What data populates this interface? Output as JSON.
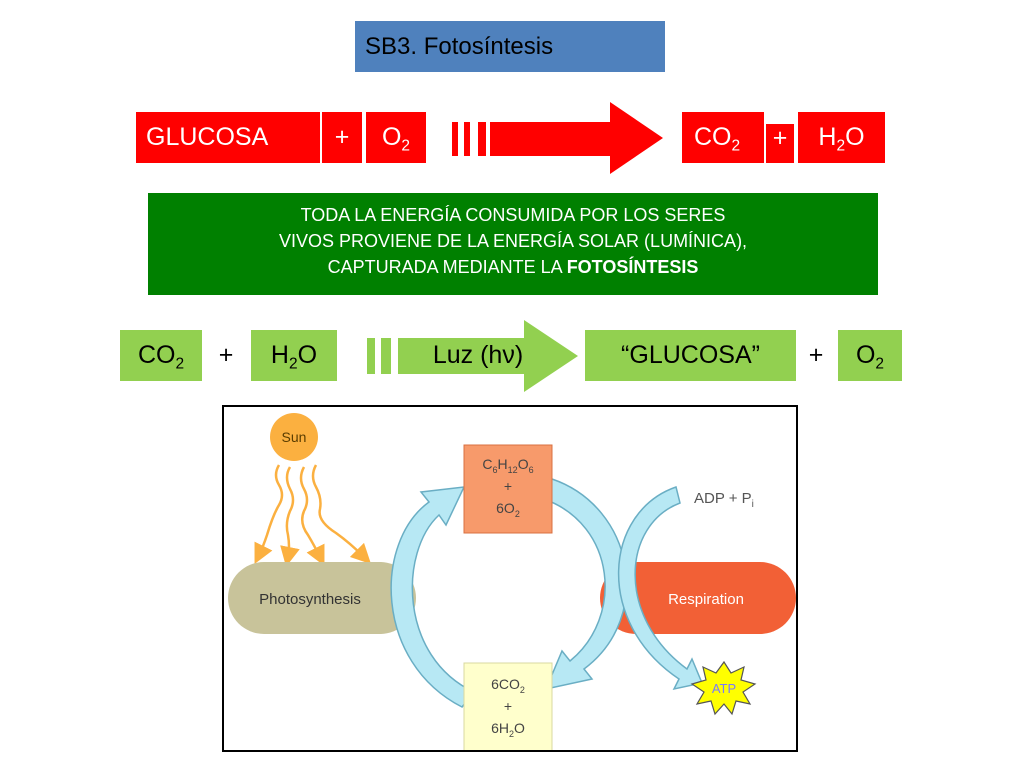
{
  "title": "SB3. Fotosíntesis",
  "respiration_equation": {
    "glucose": "GLUCOSA",
    "plus1": "+",
    "o2": "O",
    "o2_sub": "2",
    "co2": "CO",
    "co2_sub": "2",
    "plus2": "+",
    "h2o_h": "H",
    "h2o_sub": "2",
    "h2o_o": "O"
  },
  "energy_note": {
    "line1": "TODA LA ENERGÍA CONSUMIDA POR LOS SERES",
    "line2": "VIVOS PROVIENE DE LA ENERGÍA SOLAR (LUMÍNICA),",
    "line3_prefix": "CAPTURADA MEDIANTE LA ",
    "line3_bold": "FOTOSÍNTESIS"
  },
  "photosynthesis_equation": {
    "co2": "CO",
    "co2_sub": "2",
    "plus1": "+",
    "h2o_h": "H",
    "h2o_sub": "2",
    "h2o_o": "O",
    "light": "Luz (hν)",
    "glucose": "“GLUCOSA”",
    "plus2": "+",
    "o2": "O",
    "o2_sub": "2"
  },
  "cycle_diagram": {
    "sun": "Sun",
    "photosynthesis": "Photosynthesis",
    "respiration": "Respiration",
    "glucose_box": {
      "c": "C",
      "c_sub": "6",
      "h": "H",
      "h_sub": "12",
      "o": "O",
      "o_sub": "6",
      "plus": "+",
      "o2_coef": "6O",
      "o2_sub": "2"
    },
    "water_box": {
      "co2": "6CO",
      "co2_sub": "2",
      "plus": "+",
      "h2o_h": "6H",
      "h2o_sub": "2",
      "h2o_o": "O"
    },
    "adp": "ADP + P",
    "adp_sub": "i",
    "atp": "ATP",
    "colors": {
      "sun": "#fbb040",
      "photosynthesis_pill": "#c8c39a",
      "respiration_pill": "#f26036",
      "glucose_box": "#f79a6b",
      "water_box": "#ffffcc",
      "cycle_arrow": "#b7e8f4",
      "atp_star": "#ffff00"
    }
  },
  "colors": {
    "title_box": "#4f81bd",
    "red": "#ff0000",
    "green_box": "#92d050",
    "dark_green": "#008000"
  }
}
